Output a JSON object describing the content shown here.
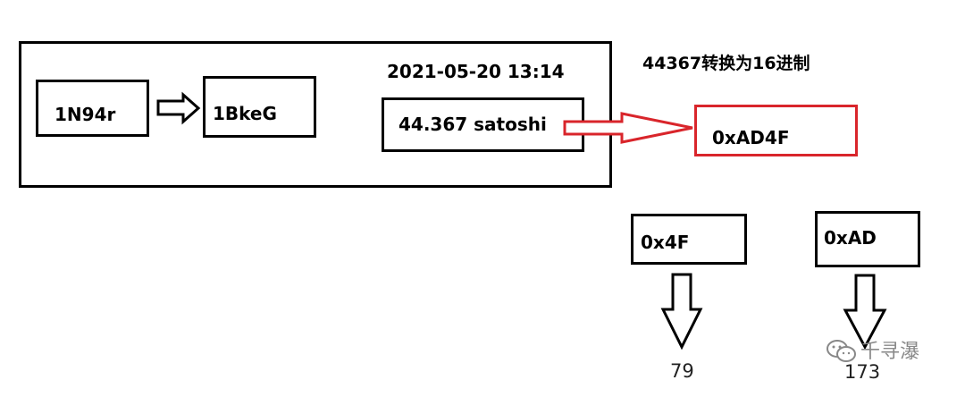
{
  "diagram": {
    "address_from": "1N94r",
    "address_to": "1BkeG",
    "timestamp": "2021-05-20 13:14",
    "amount": "44.367 satoshi",
    "conversion_note": "44367转换为16进制",
    "hex_full": "0xAD4F",
    "hex_low": "0x4F",
    "hex_high": "0xAD",
    "dec_low": "79",
    "dec_high": "173",
    "watermark": "千寻瀑",
    "colors": {
      "border": "#000000",
      "accent": "#d9252b"
    }
  }
}
